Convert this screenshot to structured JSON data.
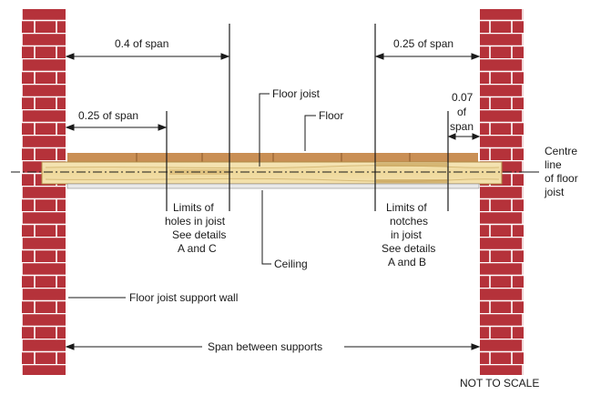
{
  "labels": {
    "span_04": "0.4 of span",
    "span_025_left": "0.25 of span",
    "span_025_right": "0.25 of span",
    "span_007_line1": "0.07",
    "span_007_line2": "of",
    "span_007_line3": "span",
    "floor_joist": "Floor joist",
    "floor": "Floor",
    "centre_line_1": "Centre",
    "centre_line_2": "line",
    "centre_line_3": "of floor",
    "centre_line_4": "joist",
    "holes_1": "Limits of",
    "holes_2": "holes in joist",
    "holes_3": "See details",
    "holes_4": "A and C",
    "notches_1": "Limits of",
    "notches_2": "notches",
    "notches_3": "in joist",
    "notches_4": "See details",
    "notches_5": "A and B",
    "ceiling": "Ceiling",
    "support_wall": "Floor joist support wall",
    "span_between": "Span between supports",
    "not_to_scale": "NOT TO SCALE"
  },
  "colors": {
    "brick": "#b5323a",
    "mortar": "#ffffff",
    "joist": "#f2dfa8",
    "joist_grain": "#d6ba78",
    "floorboard": "#c98f55",
    "ceiling": "#e9e9e9",
    "line": "#1a1a1a"
  }
}
